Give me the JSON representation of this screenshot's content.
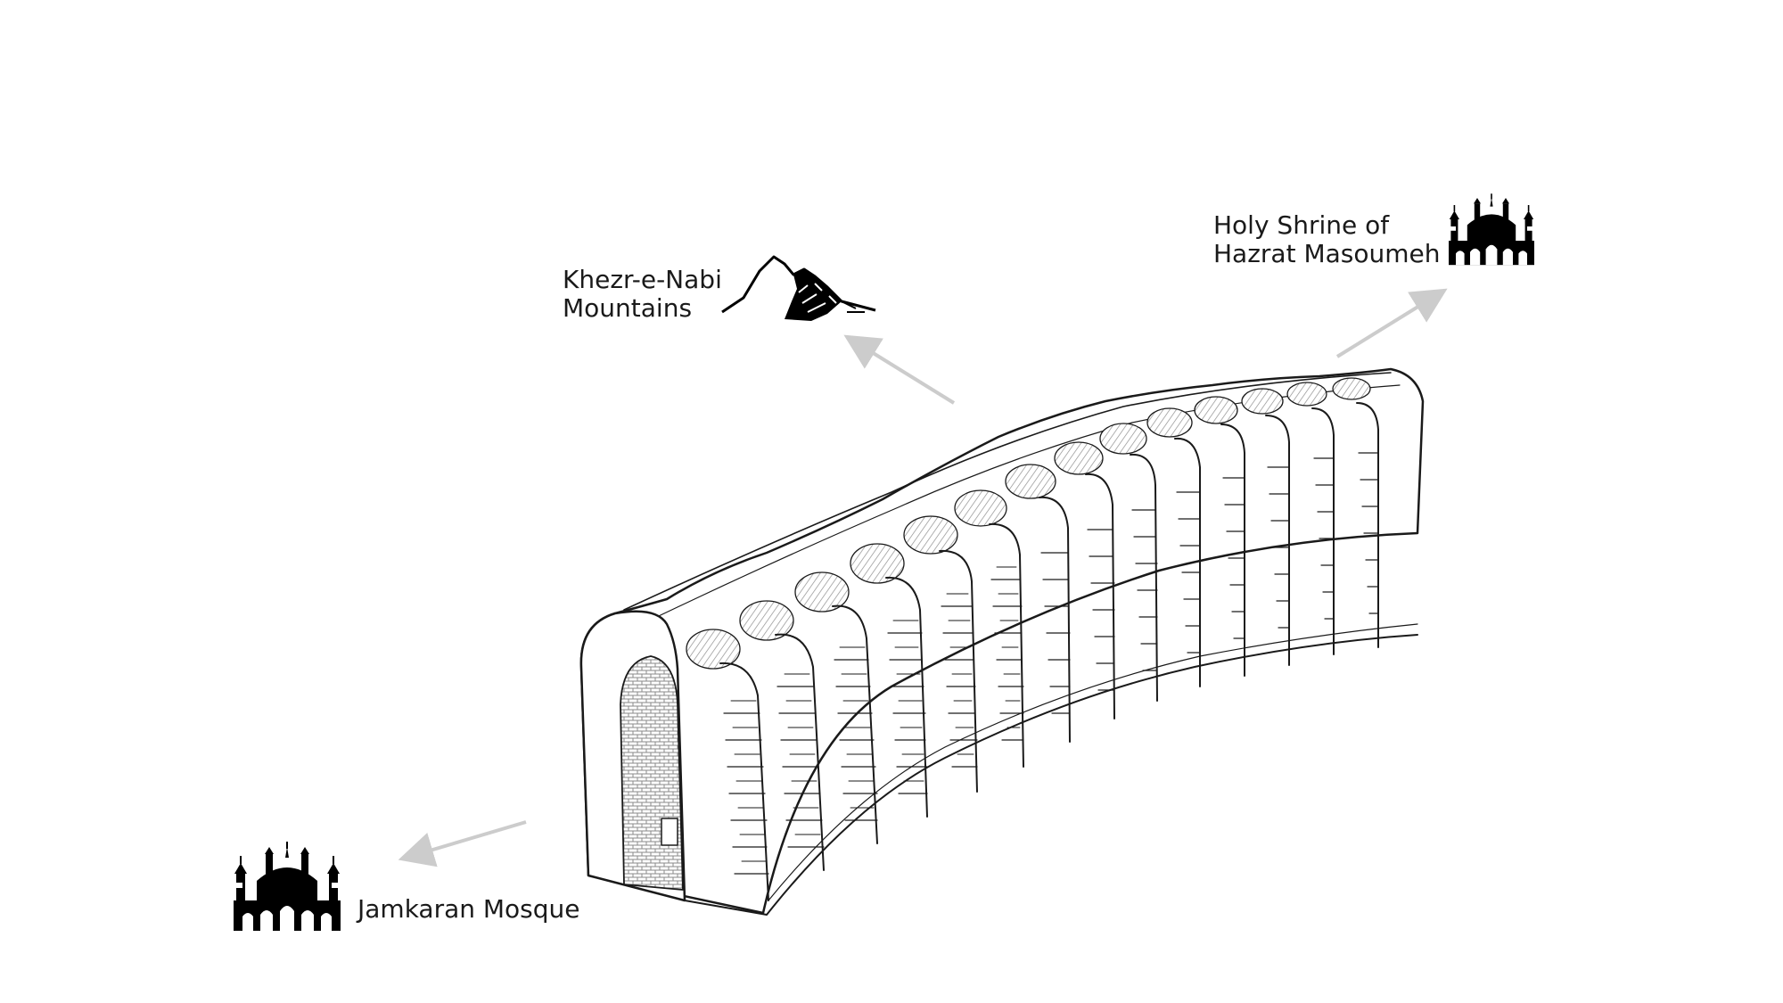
{
  "landmarks": {
    "mountains": {
      "line1": "Khezr-e-Nabi",
      "line2": "Mountains",
      "icon": "mountain-icon"
    },
    "shrine": {
      "line1": "Holy Shrine of",
      "line2": "Hazrat Masoumeh",
      "icon": "mosque-icon"
    },
    "jamkaran": {
      "line1": "Jamkaran Mosque",
      "icon": "mosque-icon"
    }
  },
  "colors": {
    "line": "#1a1a1a",
    "arrow": "#cccccc",
    "background": "#ffffff",
    "hatch": "#9a9a9a"
  }
}
